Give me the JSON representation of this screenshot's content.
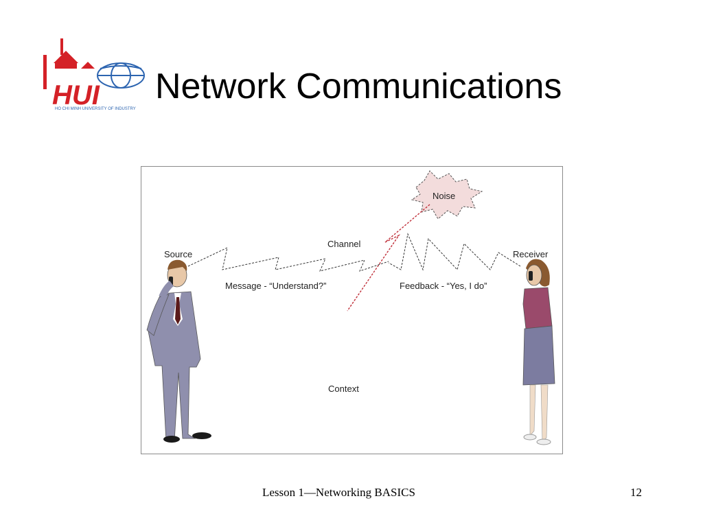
{
  "slide": {
    "title": "Network Communications",
    "footer_text": "Lesson 1—Networking BASICS",
    "page_number": "12"
  },
  "logo": {
    "wordmark": "HUI",
    "tagline": "HO CHI MINH UNIVERSITY OF INDUSTRY",
    "color": "#d42127",
    "globe_color": "#2c64b0"
  },
  "diagram": {
    "source_label": "Source",
    "receiver_label": "Receiver",
    "channel_label": "Channel",
    "noise_label": "Noise",
    "message_label": "Message - “Understand?”",
    "feedback_label": "Feedback - “Yes, I do”",
    "context_label": "Context",
    "noise_color": "#f3dcdc",
    "noise_line_color": "#c0303a",
    "suit_color": "#8f8fad",
    "blouse_color": "#9a4a6b",
    "skirt_color": "#7c7ca0"
  }
}
